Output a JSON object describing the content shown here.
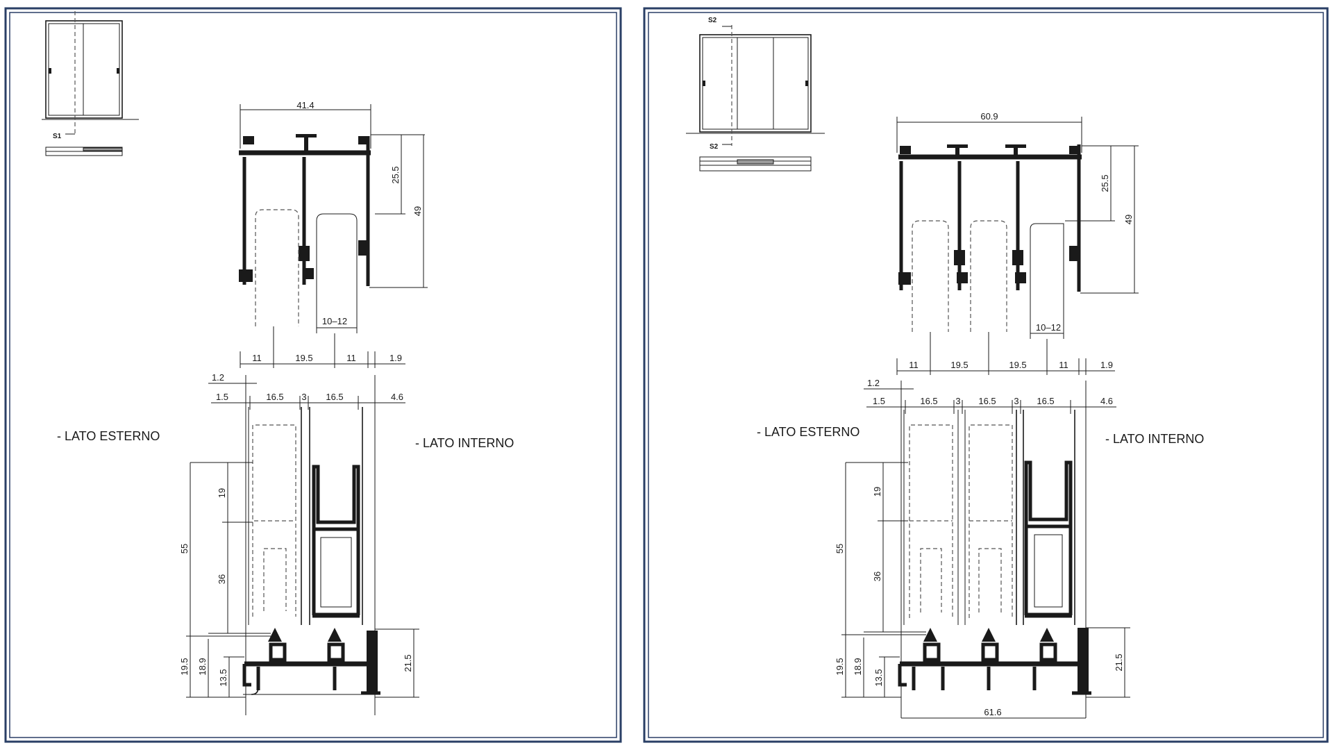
{
  "colors": {
    "frame": "#2a3f66",
    "ink": "#1a1a1a"
  },
  "left_panel": {
    "section_label": "S1",
    "label_external": "- LATO ESTERNO",
    "label_internal": "- LATO INTERNO",
    "dims": {
      "top_width": "41.4",
      "d25_5": "25.5",
      "d49": "49",
      "d10_12": "10–12",
      "row1": [
        "11",
        "19.5",
        "11",
        "1.9"
      ],
      "d1_2": "1.2",
      "row2": [
        "1.5",
        "16.5",
        "3",
        "16.5",
        "4.6"
      ],
      "d19": "19",
      "d55": "55",
      "d36": "36",
      "d19_5": "19.5",
      "d18_9": "18.9",
      "d13_5": "13.5",
      "d21_5": "21.5"
    }
  },
  "right_panel": {
    "section_label_top": "S2",
    "section_label_bottom": "S2",
    "label_external": "- LATO ESTERNO",
    "label_internal": "- LATO INTERNO",
    "dims": {
      "top_width": "60.9",
      "d25_5": "25.5",
      "d49": "49",
      "d10_12": "10–12",
      "row1": [
        "11",
        "19.5",
        "19.5",
        "11",
        "1.9"
      ],
      "d1_2": "1.2",
      "row2": [
        "1.5",
        "16.5",
        "3",
        "16.5",
        "3",
        "16.5",
        "4.6"
      ],
      "d19": "19",
      "d55": "55",
      "d36": "36",
      "d19_5": "19.5",
      "d18_9": "18.9",
      "d13_5": "13.5",
      "d21_5": "21.5",
      "bottom_width": "61.6"
    }
  }
}
